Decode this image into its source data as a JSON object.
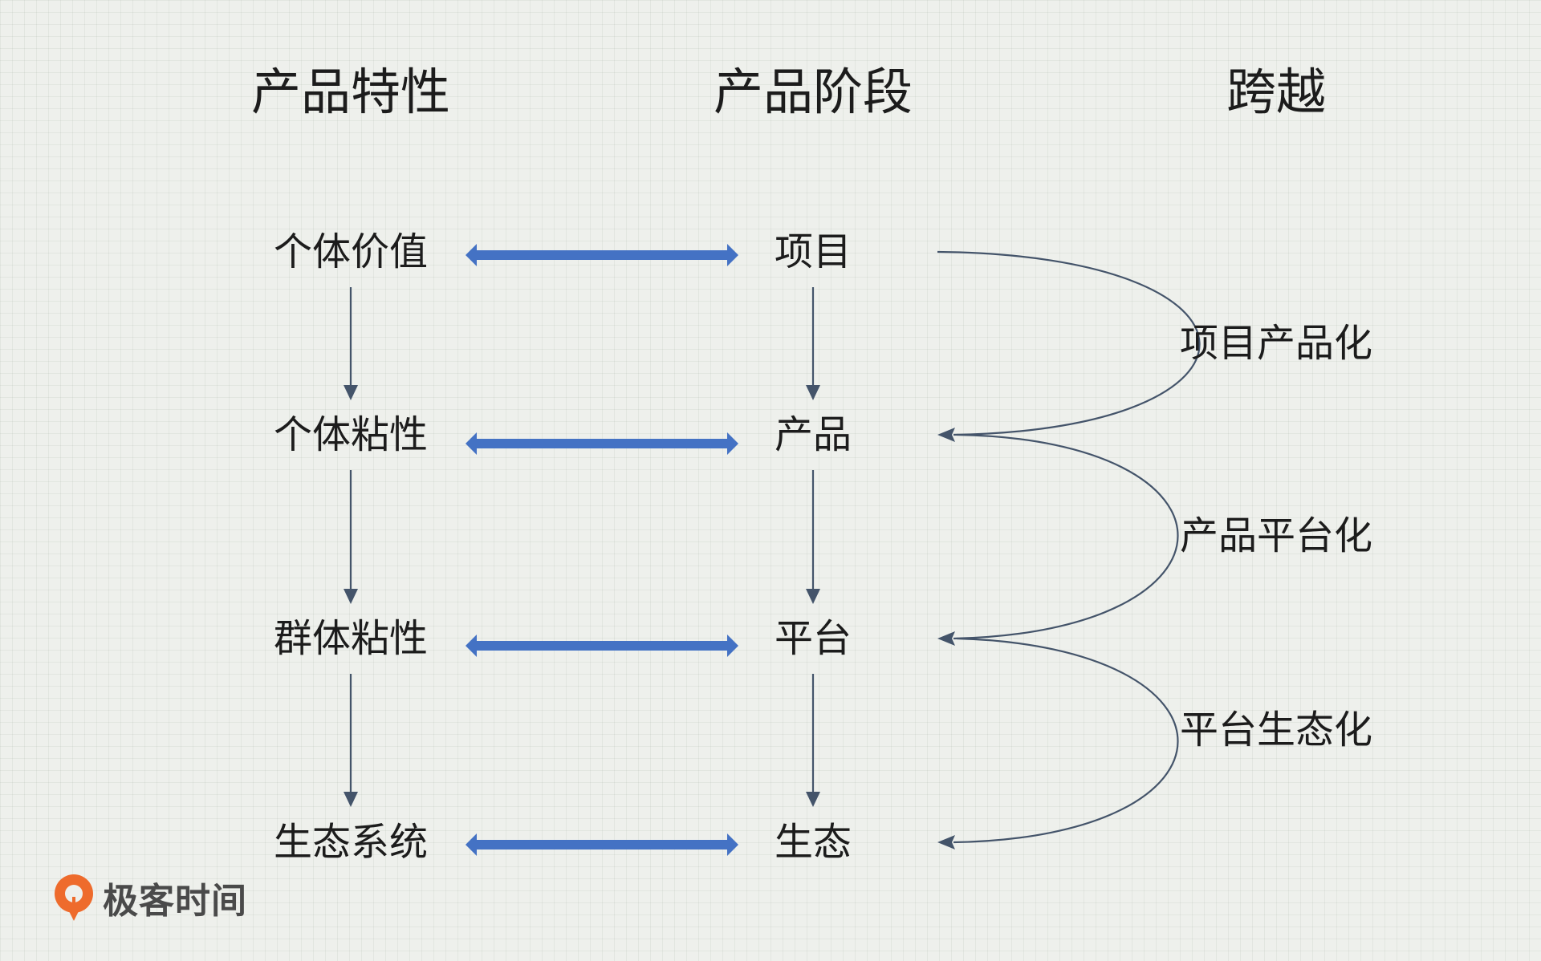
{
  "headers": {
    "features": "产品特性",
    "stages": "产品阶段",
    "jumps": "跨越"
  },
  "features": [
    "个体价值",
    "个体粘性",
    "群体粘性",
    "生态系统"
  ],
  "stages": [
    "项目",
    "产品",
    "平台",
    "生态"
  ],
  "jumps": [
    "项目产品化",
    "产品平台化",
    "平台生态化"
  ],
  "colors": {
    "double_arrow": "#4472c4",
    "thin_arrow": "#44546a",
    "text": "#1c1c1c"
  },
  "logo": {
    "text": "极客时间",
    "accent": "#ee6b2c"
  }
}
